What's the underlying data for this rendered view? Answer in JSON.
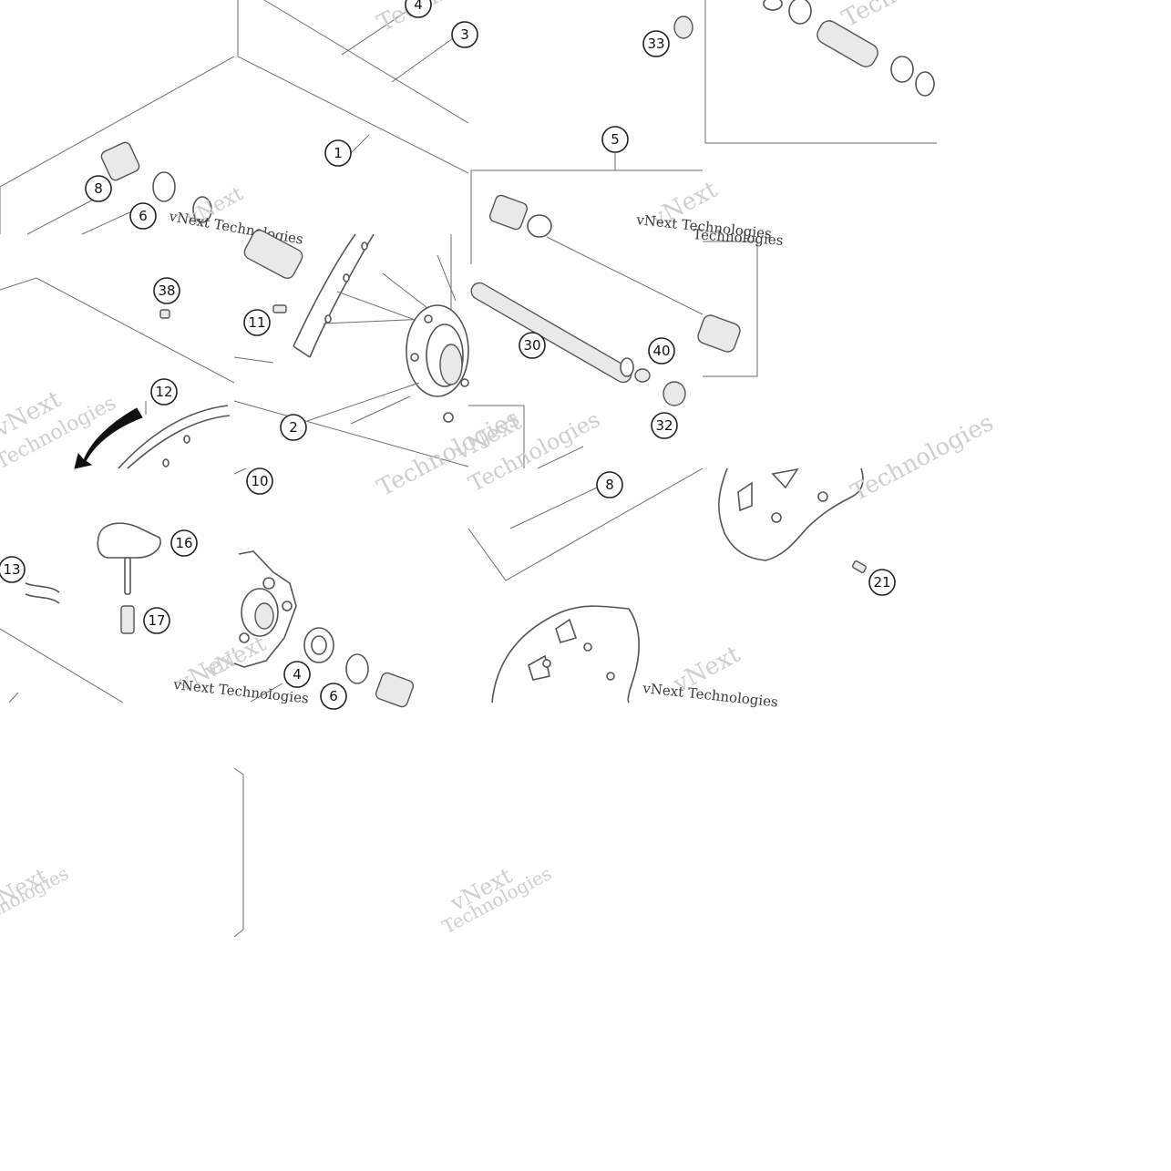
{
  "callouts": [
    "1",
    "2",
    "3",
    "4",
    "5",
    "6",
    "8",
    "10",
    "11",
    "12",
    "13",
    "16",
    "17",
    "21",
    "30",
    "32",
    "33",
    "38",
    "40"
  ],
  "watermark": {
    "brand": "vNext",
    "tail": "Technologies",
    "full": "vNext Technologies"
  }
}
